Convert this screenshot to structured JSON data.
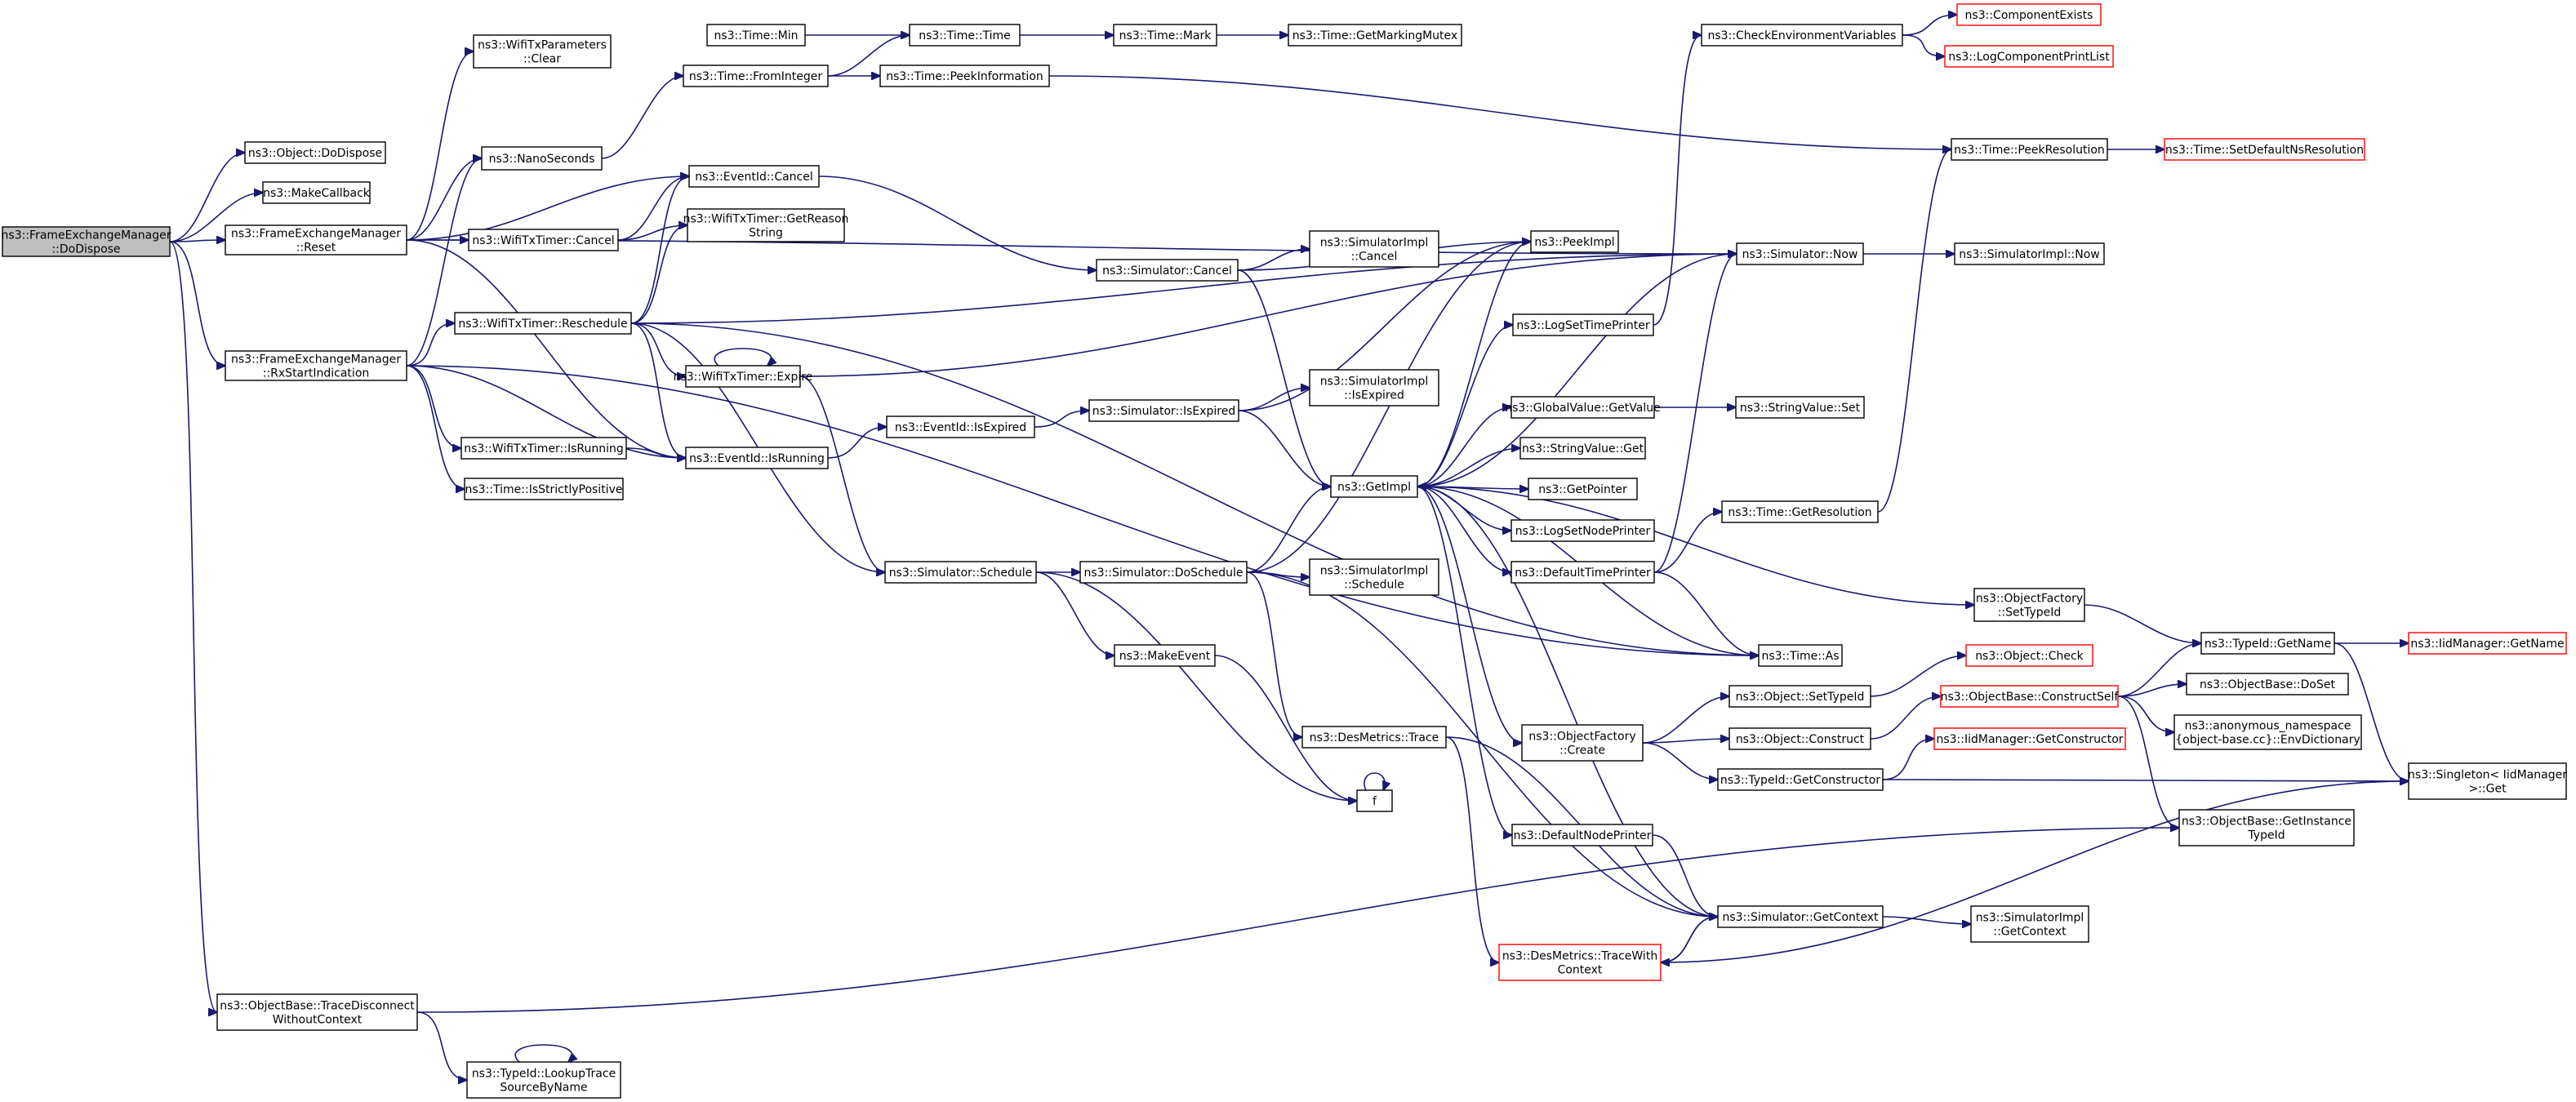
{
  "graph": {
    "title": "",
    "colors": {
      "edge": "#191970",
      "border": "#000000",
      "incomplete_border": "#ff0000",
      "root_fill": "#bfbfbf",
      "node_fill": "#ffffff"
    },
    "nodes": [
      {
        "id": "root",
        "lines": [
          "ns3::FrameExchangeManager",
          "::DoDispose"
        ],
        "style": "root"
      },
      {
        "id": "objDoDispose",
        "lines": [
          "ns3::Object::DoDispose"
        ]
      },
      {
        "id": "makeCallback",
        "lines": [
          "ns3::MakeCallback"
        ]
      },
      {
        "id": "femReset",
        "lines": [
          "ns3::FrameExchangeManager",
          "::Reset"
        ]
      },
      {
        "id": "femRx",
        "lines": [
          "ns3::FrameExchangeManager",
          "::RxStartIndication"
        ]
      },
      {
        "id": "traceDisc",
        "lines": [
          "ns3::ObjectBase::TraceDisconnect",
          "WithoutContext"
        ]
      },
      {
        "id": "wifiTxParamClear",
        "lines": [
          "ns3::WifiTxParameters",
          "::Clear"
        ]
      },
      {
        "id": "nanoSeconds",
        "lines": [
          "ns3::NanoSeconds"
        ]
      },
      {
        "id": "eventCancel",
        "lines": [
          "ns3::EventId::Cancel"
        ]
      },
      {
        "id": "wifiTimerCancel",
        "lines": [
          "ns3::WifiTxTimer::Cancel"
        ]
      },
      {
        "id": "getReasonString",
        "lines": [
          "ns3::WifiTxTimer::GetReason",
          "String"
        ]
      },
      {
        "id": "reschedule",
        "lines": [
          "ns3::WifiTxTimer::Reschedule"
        ]
      },
      {
        "id": "expire",
        "lines": [
          "ns3::WifiTxTimer::Expire"
        ]
      },
      {
        "id": "wifiIsRunning",
        "lines": [
          "ns3::WifiTxTimer::IsRunning"
        ]
      },
      {
        "id": "eventIsRunning",
        "lines": [
          "ns3::EventId::IsRunning"
        ]
      },
      {
        "id": "isStrictlyPositive",
        "lines": [
          "ns3::Time::IsStrictlyPositive"
        ]
      },
      {
        "id": "lookupTrace",
        "lines": [
          "ns3::TypeId::LookupTrace",
          "SourceByName"
        ]
      },
      {
        "id": "timeMin",
        "lines": [
          "ns3::Time::Min"
        ]
      },
      {
        "id": "fromInteger",
        "lines": [
          "ns3::Time::FromInteger"
        ]
      },
      {
        "id": "timeTime",
        "lines": [
          "ns3::Time::Time"
        ]
      },
      {
        "id": "peekInformation",
        "lines": [
          "ns3::Time::PeekInformation"
        ]
      },
      {
        "id": "timeMark",
        "lines": [
          "ns3::Time::Mark"
        ]
      },
      {
        "id": "getMarkingMutex",
        "lines": [
          "ns3::Time::GetMarkingMutex"
        ]
      },
      {
        "id": "simCancel",
        "lines": [
          "ns3::Simulator::Cancel"
        ]
      },
      {
        "id": "simImplCancel",
        "lines": [
          "ns3::SimulatorImpl",
          "::Cancel"
        ]
      },
      {
        "id": "eventIsExpired",
        "lines": [
          "ns3::EventId::IsExpired"
        ]
      },
      {
        "id": "simIsExpired",
        "lines": [
          "ns3::Simulator::IsExpired"
        ]
      },
      {
        "id": "simImplIsExpired",
        "lines": [
          "ns3::SimulatorImpl",
          "::IsExpired"
        ]
      },
      {
        "id": "simSchedule",
        "lines": [
          "ns3::Simulator::Schedule"
        ]
      },
      {
        "id": "simDoSchedule",
        "lines": [
          "ns3::Simulator::DoSchedule"
        ]
      },
      {
        "id": "simImplSchedule",
        "lines": [
          "ns3::SimulatorImpl",
          "::Schedule"
        ]
      },
      {
        "id": "makeEvent",
        "lines": [
          "ns3::MakeEvent"
        ]
      },
      {
        "id": "desTrace",
        "lines": [
          "ns3::DesMetrics::Trace"
        ]
      },
      {
        "id": "f",
        "lines": [
          "f"
        ]
      },
      {
        "id": "desTraceWith",
        "lines": [
          "ns3::DesMetrics::TraceWith",
          "Context"
        ],
        "style": "red"
      },
      {
        "id": "getImpl",
        "lines": [
          "ns3::GetImpl"
        ]
      },
      {
        "id": "peekImpl",
        "lines": [
          "ns3::PeekImpl"
        ]
      },
      {
        "id": "logSetTimePrinter",
        "lines": [
          "ns3::LogSetTimePrinter"
        ]
      },
      {
        "id": "gvGetValue",
        "lines": [
          "ns3::GlobalValue::GetValue"
        ]
      },
      {
        "id": "svGet",
        "lines": [
          "ns3::StringValue::Get"
        ]
      },
      {
        "id": "getPointer",
        "lines": [
          "ns3::GetPointer"
        ]
      },
      {
        "id": "logSetNodePrinter",
        "lines": [
          "ns3::LogSetNodePrinter"
        ]
      },
      {
        "id": "defaultTimePrinter",
        "lines": [
          "ns3::DefaultTimePrinter"
        ]
      },
      {
        "id": "objFactoryCreate",
        "lines": [
          "ns3::ObjectFactory",
          "::Create"
        ]
      },
      {
        "id": "defaultNodePrinter",
        "lines": [
          "ns3::DefaultNodePrinter"
        ]
      },
      {
        "id": "checkEnv",
        "lines": [
          "ns3::CheckEnvironmentVariables"
        ]
      },
      {
        "id": "simNow",
        "lines": [
          "ns3::Simulator::Now"
        ]
      },
      {
        "id": "svSet",
        "lines": [
          "ns3::StringValue::Set"
        ]
      },
      {
        "id": "timeGetResolution",
        "lines": [
          "ns3::Time::GetResolution"
        ]
      },
      {
        "id": "timeAs",
        "lines": [
          "ns3::Time::As"
        ]
      },
      {
        "id": "objSetTypeId",
        "lines": [
          "ns3::Object::SetTypeId"
        ]
      },
      {
        "id": "objConstruct",
        "lines": [
          "ns3::Object::Construct"
        ]
      },
      {
        "id": "typeIdGetConstructor",
        "lines": [
          "ns3::TypeId::GetConstructor"
        ]
      },
      {
        "id": "simGetContext",
        "lines": [
          "ns3::Simulator::GetContext"
        ]
      },
      {
        "id": "componentExists",
        "lines": [
          "ns3::ComponentExists"
        ],
        "style": "red"
      },
      {
        "id": "logComponentPrintList",
        "lines": [
          "ns3::LogComponentPrintList"
        ],
        "style": "red"
      },
      {
        "id": "timePeekResolution",
        "lines": [
          "ns3::Time::PeekResolution"
        ]
      },
      {
        "id": "simImplNow",
        "lines": [
          "ns3::SimulatorImpl::Now"
        ]
      },
      {
        "id": "objFactorySetTypeId",
        "lines": [
          "ns3::ObjectFactory",
          "::SetTypeId"
        ]
      },
      {
        "id": "objCheck",
        "lines": [
          "ns3::Object::Check"
        ],
        "style": "red"
      },
      {
        "id": "constructSelf",
        "lines": [
          "ns3::ObjectBase::ConstructSelf"
        ],
        "style": "red"
      },
      {
        "id": "iidGetConstructor",
        "lines": [
          "ns3::IidManager::GetConstructor"
        ],
        "style": "red"
      },
      {
        "id": "getInstanceTypeId",
        "lines": [
          "ns3::ObjectBase::GetInstance",
          "TypeId"
        ]
      },
      {
        "id": "simImplGetContext",
        "lines": [
          "ns3::SimulatorImpl",
          "::GetContext"
        ]
      },
      {
        "id": "setDefaultNsRes",
        "lines": [
          "ns3::Time::SetDefaultNsResolution"
        ],
        "style": "red"
      },
      {
        "id": "typeIdGetName",
        "lines": [
          "ns3::TypeId::GetName"
        ]
      },
      {
        "id": "objBaseDoSet",
        "lines": [
          "ns3::ObjectBase::DoSet"
        ]
      },
      {
        "id": "envDictionary",
        "lines": [
          "ns3::anonymous_namespace",
          "{object-base.cc}::EnvDictionary"
        ]
      },
      {
        "id": "iidGetName",
        "lines": [
          "ns3::IidManager::GetName"
        ],
        "style": "red"
      },
      {
        "id": "singletonGet",
        "lines": [
          "ns3::Singleton< IidManager",
          ">::Get"
        ]
      }
    ],
    "edges": [
      [
        "root",
        "objDoDispose"
      ],
      [
        "root",
        "makeCallback"
      ],
      [
        "root",
        "femReset"
      ],
      [
        "root",
        "femRx"
      ],
      [
        "root",
        "traceDisc"
      ],
      [
        "femReset",
        "wifiTxParamClear"
      ],
      [
        "femReset",
        "nanoSeconds"
      ],
      [
        "femReset",
        "eventCancel"
      ],
      [
        "femReset",
        "wifiTimerCancel"
      ],
      [
        "femReset",
        "eventIsRunning"
      ],
      [
        "femReset",
        "simNow"
      ],
      [
        "femRx",
        "reschedule"
      ],
      [
        "femRx",
        "wifiIsRunning"
      ],
      [
        "femRx",
        "eventIsRunning"
      ],
      [
        "femRx",
        "isStrictlyPositive"
      ],
      [
        "femRx",
        "timeAs"
      ],
      [
        "femRx",
        "nanoSeconds"
      ],
      [
        "traceDisc",
        "lookupTrace"
      ],
      [
        "traceDisc",
        "getInstanceTypeId"
      ],
      [
        "lookupTrace",
        "lookupTrace"
      ],
      [
        "nanoSeconds",
        "fromInteger"
      ],
      [
        "wifiTimerCancel",
        "eventCancel"
      ],
      [
        "wifiTimerCancel",
        "getReasonString"
      ],
      [
        "reschedule",
        "eventCancel"
      ],
      [
        "reschedule",
        "getReasonString"
      ],
      [
        "reschedule",
        "expire"
      ],
      [
        "reschedule",
        "eventIsRunning"
      ],
      [
        "reschedule",
        "simSchedule"
      ],
      [
        "reschedule",
        "simNow"
      ],
      [
        "reschedule",
        "timeAs"
      ],
      [
        "expire",
        "expire"
      ],
      [
        "expire",
        "simSchedule"
      ],
      [
        "expire",
        "simNow"
      ],
      [
        "wifiIsRunning",
        "eventIsRunning"
      ],
      [
        "eventCancel",
        "simCancel"
      ],
      [
        "eventIsRunning",
        "eventIsExpired"
      ],
      [
        "eventIsExpired",
        "simIsExpired"
      ],
      [
        "fromInteger",
        "timeTime"
      ],
      [
        "fromInteger",
        "peekInformation"
      ],
      [
        "timeMin",
        "timeTime"
      ],
      [
        "timeTime",
        "timeMark"
      ],
      [
        "timeMark",
        "getMarkingMutex"
      ],
      [
        "peekInformation",
        "timePeekResolution"
      ],
      [
        "simCancel",
        "simImplCancel"
      ],
      [
        "simCancel",
        "peekImpl"
      ],
      [
        "simCancel",
        "getImpl"
      ],
      [
        "simIsExpired",
        "simImplIsExpired"
      ],
      [
        "simIsExpired",
        "peekImpl"
      ],
      [
        "simIsExpired",
        "getImpl"
      ],
      [
        "simSchedule",
        "simDoSchedule"
      ],
      [
        "simSchedule",
        "makeEvent"
      ],
      [
        "simSchedule",
        "f"
      ],
      [
        "simDoSchedule",
        "simImplSchedule"
      ],
      [
        "simDoSchedule",
        "getImpl"
      ],
      [
        "simDoSchedule",
        "desTrace"
      ],
      [
        "simDoSchedule",
        "simGetContext"
      ],
      [
        "simDoSchedule",
        "peekImpl"
      ],
      [
        "makeEvent",
        "f"
      ],
      [
        "f",
        "f"
      ],
      [
        "desTrace",
        "desTraceWith"
      ],
      [
        "desTrace",
        "simGetContext"
      ],
      [
        "desTraceWith",
        "simGetContext"
      ],
      [
        "getImpl",
        "peekImpl"
      ],
      [
        "getImpl",
        "logSetTimePrinter"
      ],
      [
        "getImpl",
        "gvGetValue"
      ],
      [
        "getImpl",
        "svGet"
      ],
      [
        "getImpl",
        "getPointer"
      ],
      [
        "getImpl",
        "logSetNodePrinter"
      ],
      [
        "getImpl",
        "defaultTimePrinter"
      ],
      [
        "getImpl",
        "objFactoryCreate"
      ],
      [
        "getImpl",
        "defaultNodePrinter"
      ],
      [
        "getImpl",
        "simNow"
      ],
      [
        "getImpl",
        "timeAs"
      ],
      [
        "getImpl",
        "objFactorySetTypeId"
      ],
      [
        "logSetTimePrinter",
        "checkEnv"
      ],
      [
        "gvGetValue",
        "svSet"
      ],
      [
        "defaultTimePrinter",
        "simNow"
      ],
      [
        "defaultTimePrinter",
        "timeGetResolution"
      ],
      [
        "defaultTimePrinter",
        "timeAs"
      ],
      [
        "objFactoryCreate",
        "objSetTypeId"
      ],
      [
        "objFactoryCreate",
        "objConstruct"
      ],
      [
        "objFactoryCreate",
        "typeIdGetConstructor"
      ],
      [
        "defaultNodePrinter",
        "simGetContext"
      ],
      [
        "simGetContext",
        "getImpl"
      ],
      [
        "simGetContext",
        "simImplGetContext"
      ],
      [
        "simGetContext",
        "desTraceWith"
      ],
      [
        "checkEnv",
        "componentExists"
      ],
      [
        "checkEnv",
        "logComponentPrintList"
      ],
      [
        "simNow",
        "simImplNow"
      ],
      [
        "timeGetResolution",
        "timePeekResolution"
      ],
      [
        "timePeekResolution",
        "setDefaultNsRes"
      ],
      [
        "objSetTypeId",
        "objCheck"
      ],
      [
        "objConstruct",
        "constructSelf"
      ],
      [
        "typeIdGetConstructor",
        "iidGetConstructor"
      ],
      [
        "typeIdGetConstructor",
        "singletonGet"
      ],
      [
        "objFactorySetTypeId",
        "typeIdGetName"
      ],
      [
        "constructSelf",
        "typeIdGetName"
      ],
      [
        "constructSelf",
        "objBaseDoSet"
      ],
      [
        "constructSelf",
        "envDictionary"
      ],
      [
        "constructSelf",
        "getInstanceTypeId"
      ],
      [
        "typeIdGetName",
        "iidGetName"
      ],
      [
        "typeIdGetName",
        "singletonGet"
      ],
      [
        "desTraceWith",
        "singletonGet"
      ]
    ]
  }
}
